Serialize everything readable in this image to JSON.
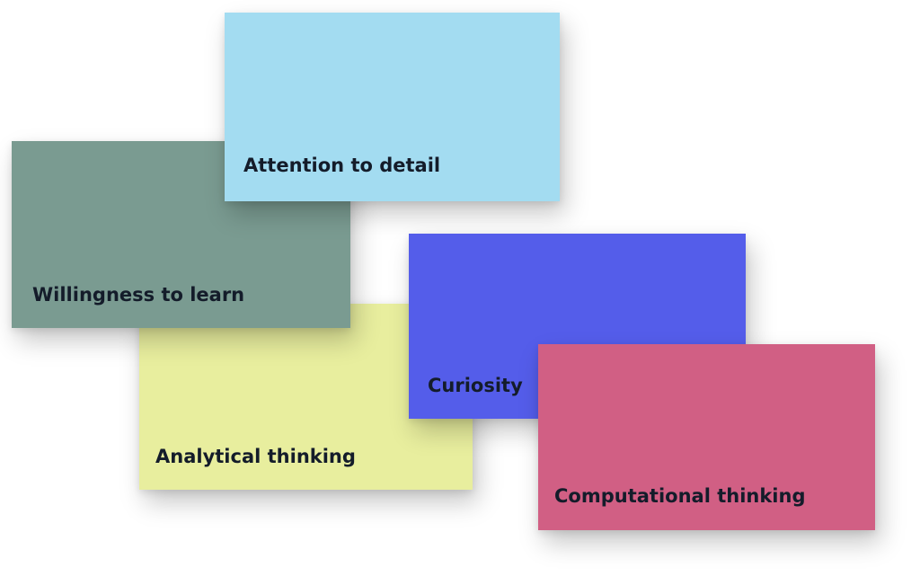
{
  "notes": [
    {
      "id": "analytical",
      "label": "Analytical thinking",
      "color": "#e8ee9e"
    },
    {
      "id": "willingness",
      "label": "Willingness to learn",
      "color": "#7a9b91"
    },
    {
      "id": "attention",
      "label": "Attention to detail",
      "color": "#a3dcf1"
    },
    {
      "id": "curiosity",
      "label": "Curiosity",
      "color": "#545dea"
    },
    {
      "id": "computational",
      "label": "Computational thinking",
      "color": "#d15f84"
    }
  ]
}
